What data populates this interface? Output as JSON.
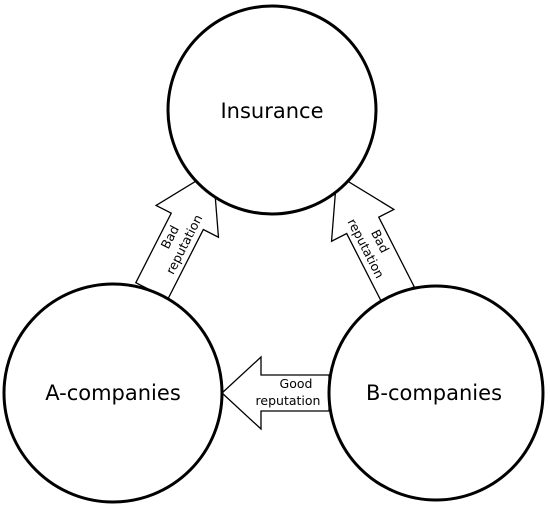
{
  "nodes": {
    "insurance": {
      "label": "Insurance"
    },
    "a_companies": {
      "label": "A-companies"
    },
    "b_companies": {
      "label": "B-companies"
    }
  },
  "arrows": {
    "a_to_insurance": {
      "line1": "Bad",
      "line2": "reputation"
    },
    "b_to_insurance": {
      "line1": "Bad",
      "line2": "reputation"
    },
    "b_to_a": {
      "line1": "Good",
      "line2": "reputation"
    }
  }
}
